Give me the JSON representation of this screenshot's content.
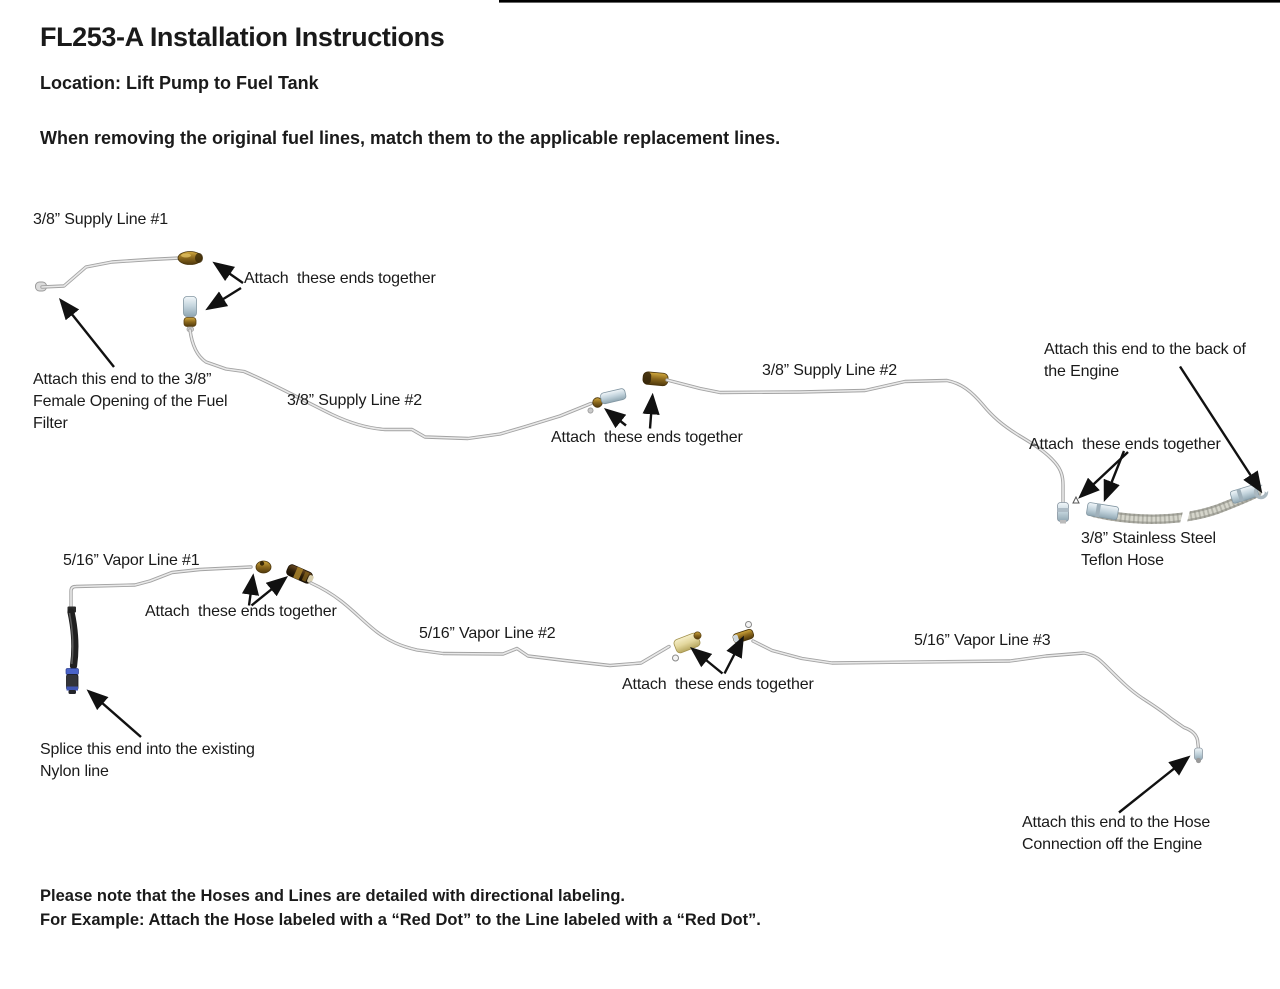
{
  "page": {
    "title": "FL253-A Installation Instructions",
    "location": "Location: Lift Pump to Fuel Tank",
    "instruction": "When removing the original fuel lines, match them to the applicable replacement lines.",
    "note_line1": "Please note that the Hoses and Lines are detailed with directional labeling.",
    "note_line2": "For Example: Attach the Hose labeled with a “Red Dot” to the Line labeled with a “Red Dot”."
  },
  "diagram": {
    "labels": {
      "supply_line_1": "3/8” Supply Line #1",
      "attach_together_1": "Attach  these ends together",
      "fuel_filter_note": "Attach this end to the 3/8”\nFemale Opening of the Fuel\nFilter",
      "supply_line_2a": "3/8” Supply Line #2",
      "attach_together_2": "Attach  these ends together",
      "supply_line_2b": "3/8” Supply Line #2",
      "engine_back_note": "Attach this end to the back of\nthe Engine",
      "attach_together_3": "Attach  these ends together",
      "teflon_hose": "3/8” Stainless Steel\nTeflon Hose",
      "vapor_line_1": "5/16” Vapor Line #1",
      "attach_together_4": "Attach  these ends together",
      "splice_note": "Splice this end into the existing\nNylon line",
      "vapor_line_2": "5/16” Vapor Line #2",
      "attach_together_5": "Attach  these ends together",
      "vapor_line_3": "5/16” Vapor Line #3",
      "hose_connection_note": "Attach this end to the Hose\nConnection off the Engine"
    }
  },
  "colors": {
    "text": "#1a1a1a",
    "arrow": "#111111",
    "tube_gray": "#a3a3a3",
    "brass": "#8a671c",
    "silver_fitting": "#c2d3dc",
    "cream_fitting": "#e9e0ae",
    "rubber_hose": "#202020",
    "blue_band": "#4a63c8",
    "braided_hose": "#a9a9a0"
  }
}
